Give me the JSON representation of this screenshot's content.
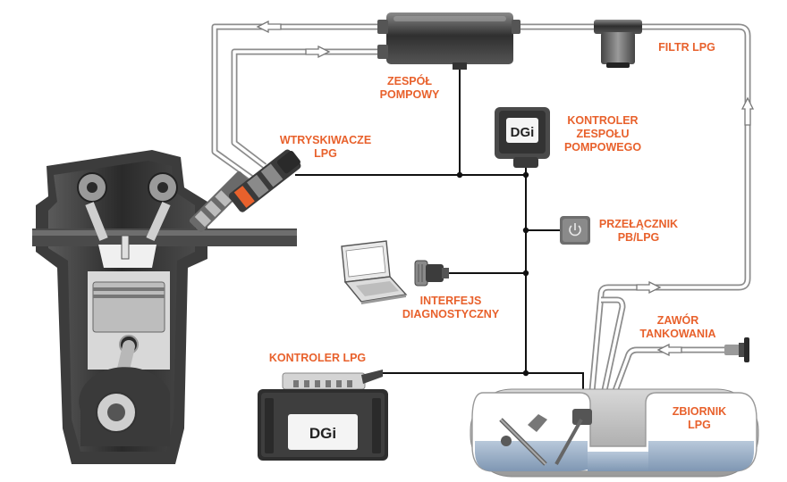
{
  "colors": {
    "accent": "#e8612c",
    "dark_metal": "#3a3a3a",
    "pipe": "#9a9a9a",
    "wire": "#111111",
    "lpg_liquid": "#9fb4cc"
  },
  "labels": {
    "pump_unit": [
      "ZESPÓŁ",
      "POMPOWY"
    ],
    "lpg_filter": [
      "FILTR LPG"
    ],
    "injectors": [
      "WTRYSKIWACZE",
      "LPG"
    ],
    "pump_controller": [
      "KONTROLER",
      "ZESPOŁU",
      "POMPOWEGO"
    ],
    "switch": [
      "PRZEŁĄCZNIK",
      "PB/LPG"
    ],
    "diag_interface": [
      "INTERFEJS",
      "DIAGNOSTYCZNY"
    ],
    "refuel_valve": [
      "ZAWÓR",
      "TANKOWANIA"
    ],
    "lpg_controller": [
      "KONTROLER LPG"
    ],
    "lpg_tank": [
      "ZBIORNIK",
      "LPG"
    ]
  },
  "logos": {
    "pump_controller": "DGi",
    "lpg_controller": "DGi"
  },
  "icons": {
    "switch": "power-icon",
    "flow": "flow-arrow-icon"
  }
}
